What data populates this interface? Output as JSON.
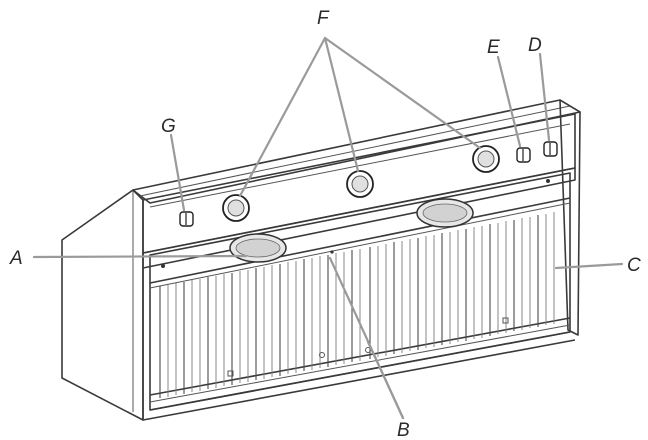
{
  "diagram": {
    "callouts": {
      "A": "A",
      "B": "B",
      "C": "C",
      "D": "D",
      "E": "E",
      "F": "F",
      "G": "G"
    }
  }
}
